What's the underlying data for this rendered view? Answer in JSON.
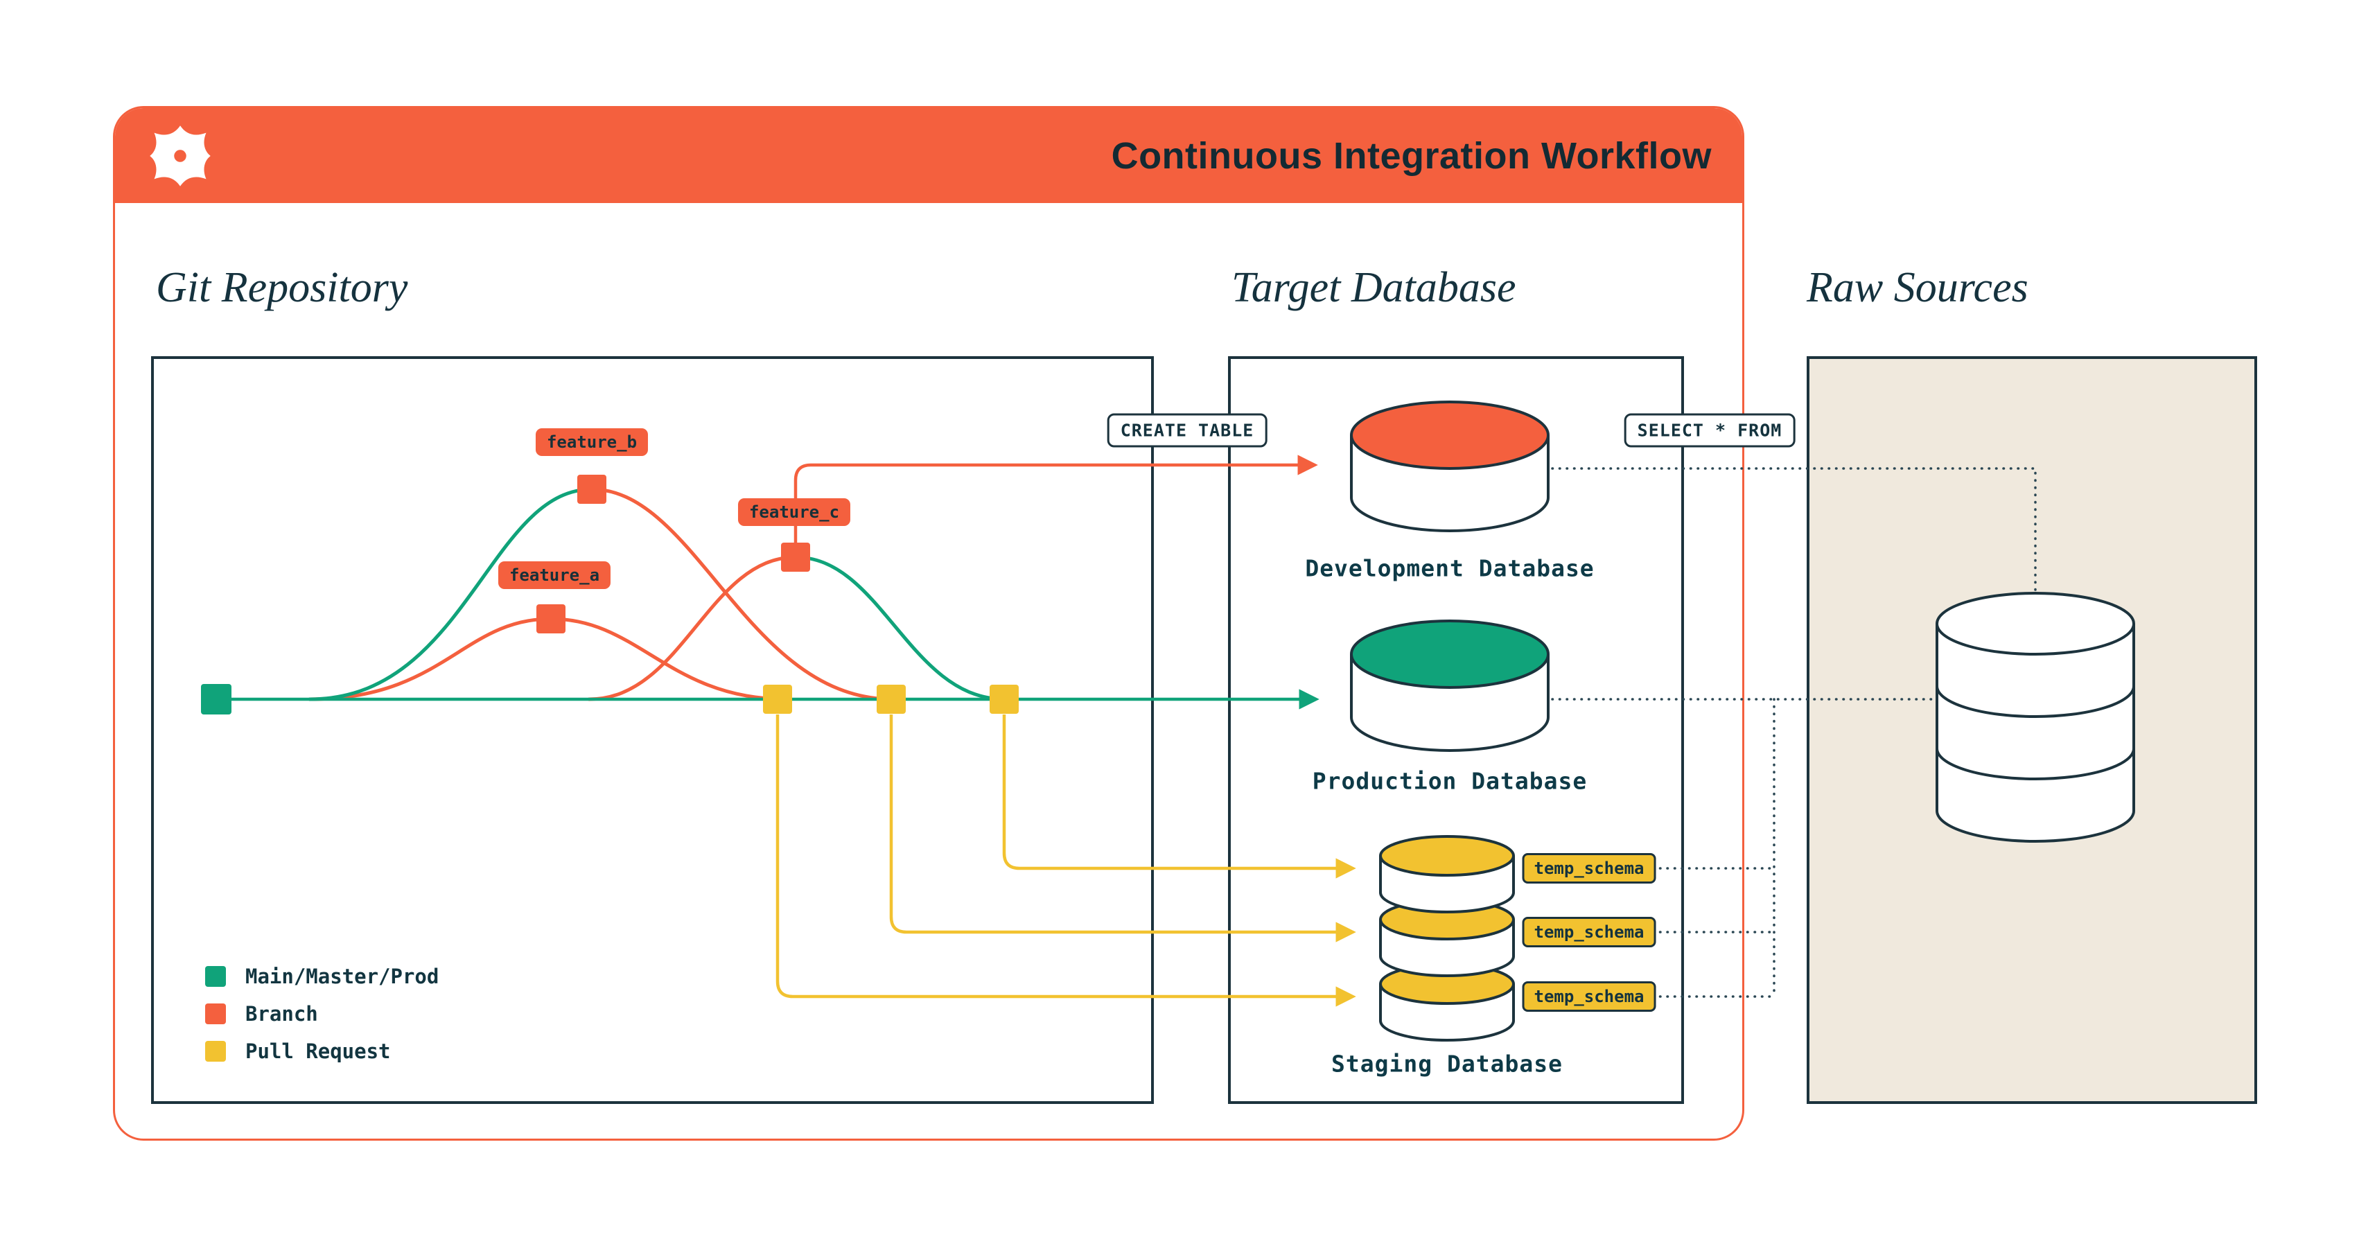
{
  "header": {
    "title": "Continuous Integration Workflow"
  },
  "sections": {
    "git_repository": "Git Repository",
    "target_database": "Target Database",
    "raw_sources": "Raw Sources"
  },
  "git": {
    "branches": [
      {
        "label": "feature_a"
      },
      {
        "label": "feature_b"
      },
      {
        "label": "feature_c"
      }
    ],
    "legend": [
      {
        "label": "Main/Master/Prod",
        "color": "#10A37A"
      },
      {
        "label": "Branch",
        "color": "#F4603E"
      },
      {
        "label": "Pull Request",
        "color": "#F2C230"
      }
    ]
  },
  "target": {
    "databases": [
      {
        "name": "Development Database",
        "color": "#F4603E"
      },
      {
        "name": "Production Database",
        "color": "#10A37A"
      },
      {
        "name": "Staging Database",
        "color": "#F2C230"
      }
    ],
    "schema_badges": [
      {
        "label": "temp_schema"
      },
      {
        "label": "temp_schema"
      },
      {
        "label": "temp_schema"
      }
    ]
  },
  "operations": {
    "create_table": "CREATE TABLE",
    "select_from": "SELECT * FROM"
  },
  "colors": {
    "accent_orange": "#F4603E",
    "accent_teal": "#10A37A",
    "accent_yellow": "#F2C230",
    "navy": "#1C333D",
    "beige": "#F0E9DD"
  }
}
